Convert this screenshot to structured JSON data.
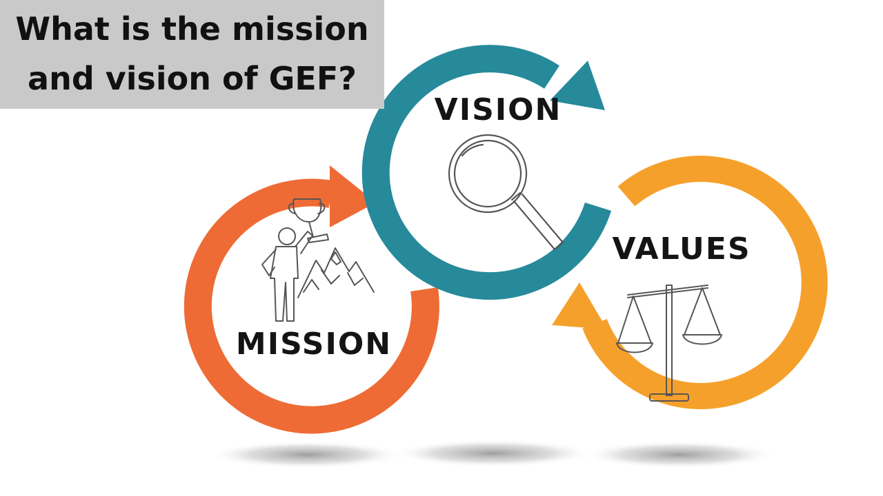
{
  "title": {
    "line1": "What is the mission",
    "line2": "and vision of GEF?"
  },
  "cycles": [
    {
      "key": "vision",
      "label": "VISION",
      "icon": "magnifying-glass-icon",
      "color": "#268a9b"
    },
    {
      "key": "mission",
      "label": "MISSION",
      "icon": "person-trophy-mountains-icon",
      "color": "#ee6b35"
    },
    {
      "key": "values",
      "label": "VALUES",
      "icon": "balance-scale-icon",
      "color": "#f6a02c"
    }
  ],
  "colors": {
    "title_background": "#c9c9c9",
    "shadow": "#9a9a9a",
    "icon_stroke": "#555555"
  }
}
